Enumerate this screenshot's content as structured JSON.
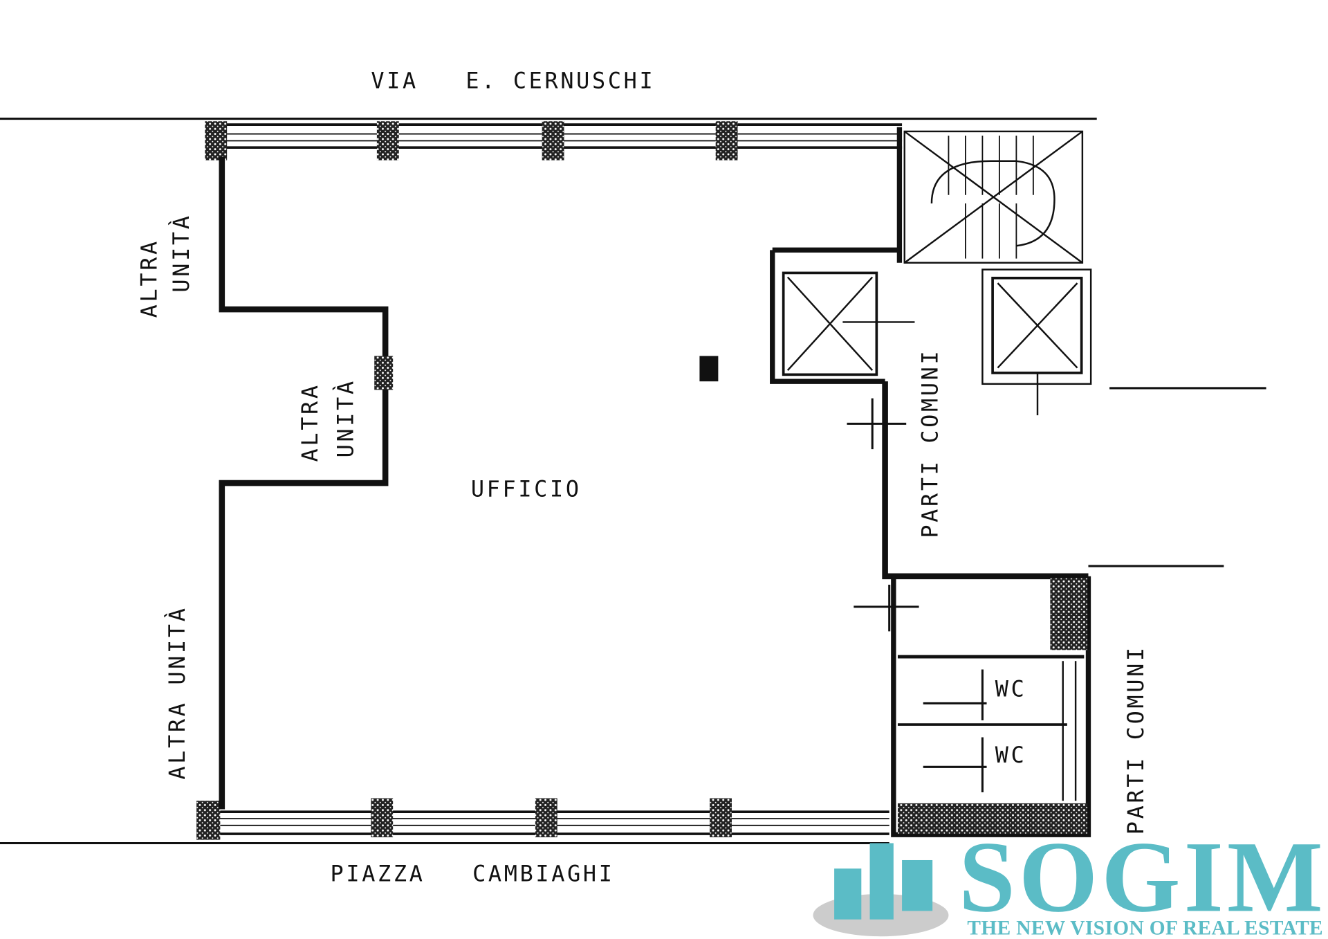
{
  "streets": {
    "top": "VIA   E. CERNUSCHI",
    "bottom": "PIAZZA   CAMBIAGHI"
  },
  "rooms": {
    "office": "UFFICIO",
    "other_unit_1": [
      "ALTRA",
      "UNITÀ"
    ],
    "other_unit_2": [
      "ALTRA",
      "UNITÀ"
    ],
    "other_unit_3": "ALTRA UNITÀ",
    "common_parts_1": "PARTI COMUNI",
    "common_parts_2": "PARTI COMUNI",
    "wc_1": "WC",
    "wc_2": "WC"
  },
  "logo": {
    "name": "SOGIM",
    "tagline": "THE NEW VISION OF REAL ESTATE",
    "color": "#5bbcc6"
  }
}
